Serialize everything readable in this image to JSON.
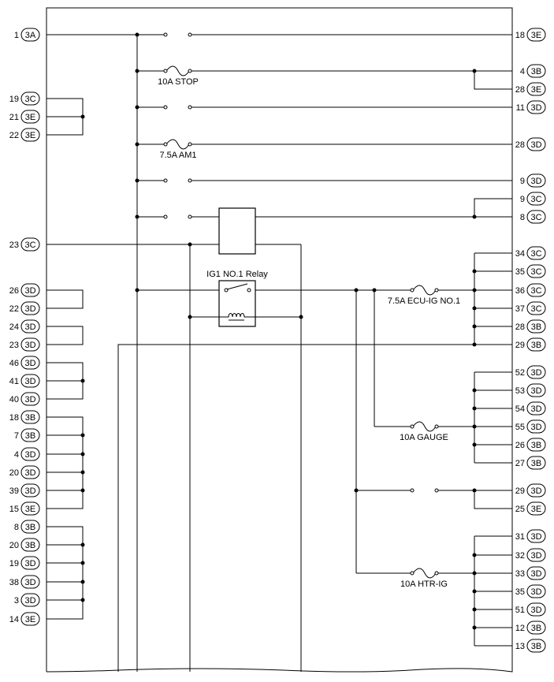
{
  "left_pins": [
    {
      "pin": "1",
      "connector": "3A"
    },
    {
      "pin": "19",
      "connector": "3C"
    },
    {
      "pin": "21",
      "connector": "3E"
    },
    {
      "pin": "22",
      "connector": "3E"
    },
    {
      "pin": "23",
      "connector": "3C"
    },
    {
      "pin": "26",
      "connector": "3D"
    },
    {
      "pin": "22",
      "connector": "3D"
    },
    {
      "pin": "24",
      "connector": "3D"
    },
    {
      "pin": "23",
      "connector": "3D"
    },
    {
      "pin": "46",
      "connector": "3D"
    },
    {
      "pin": "41",
      "connector": "3D"
    },
    {
      "pin": "40",
      "connector": "3D"
    },
    {
      "pin": "18",
      "connector": "3B"
    },
    {
      "pin": "7",
      "connector": "3B"
    },
    {
      "pin": "4",
      "connector": "3D"
    },
    {
      "pin": "20",
      "connector": "3D"
    },
    {
      "pin": "39",
      "connector": "3D"
    },
    {
      "pin": "15",
      "connector": "3E"
    },
    {
      "pin": "8",
      "connector": "3B"
    },
    {
      "pin": "20",
      "connector": "3B"
    },
    {
      "pin": "19",
      "connector": "3D"
    },
    {
      "pin": "38",
      "connector": "3D"
    },
    {
      "pin": "3",
      "connector": "3D"
    },
    {
      "pin": "14",
      "connector": "3E"
    }
  ],
  "right_pins": [
    {
      "pin": "18",
      "connector": "3E"
    },
    {
      "pin": "4",
      "connector": "3B"
    },
    {
      "pin": "28",
      "connector": "3E"
    },
    {
      "pin": "11",
      "connector": "3D"
    },
    {
      "pin": "28",
      "connector": "3D"
    },
    {
      "pin": "9",
      "connector": "3D"
    },
    {
      "pin": "9",
      "connector": "3C"
    },
    {
      "pin": "8",
      "connector": "3C"
    },
    {
      "pin": "34",
      "connector": "3C"
    },
    {
      "pin": "35",
      "connector": "3C"
    },
    {
      "pin": "36",
      "connector": "3C"
    },
    {
      "pin": "37",
      "connector": "3C"
    },
    {
      "pin": "28",
      "connector": "3B"
    },
    {
      "pin": "29",
      "connector": "3B"
    },
    {
      "pin": "52",
      "connector": "3D"
    },
    {
      "pin": "53",
      "connector": "3D"
    },
    {
      "pin": "54",
      "connector": "3D"
    },
    {
      "pin": "55",
      "connector": "3D"
    },
    {
      "pin": "26",
      "connector": "3B"
    },
    {
      "pin": "27",
      "connector": "3B"
    },
    {
      "pin": "29",
      "connector": "3D"
    },
    {
      "pin": "25",
      "connector": "3E"
    },
    {
      "pin": "31",
      "connector": "3D"
    },
    {
      "pin": "32",
      "connector": "3D"
    },
    {
      "pin": "33",
      "connector": "3D"
    },
    {
      "pin": "35",
      "connector": "3D"
    },
    {
      "pin": "51",
      "connector": "3D"
    },
    {
      "pin": "12",
      "connector": "3B"
    },
    {
      "pin": "13",
      "connector": "3B"
    }
  ],
  "fuses": {
    "stop": "10A STOP",
    "am1": "7.5A AM1",
    "ecu_ig": "7.5A ECU-IG NO.1",
    "gauge": "10A GAUGE",
    "htr_ig": "10A HTR-IG"
  },
  "relay_label": "IG1 NO.1 Relay"
}
